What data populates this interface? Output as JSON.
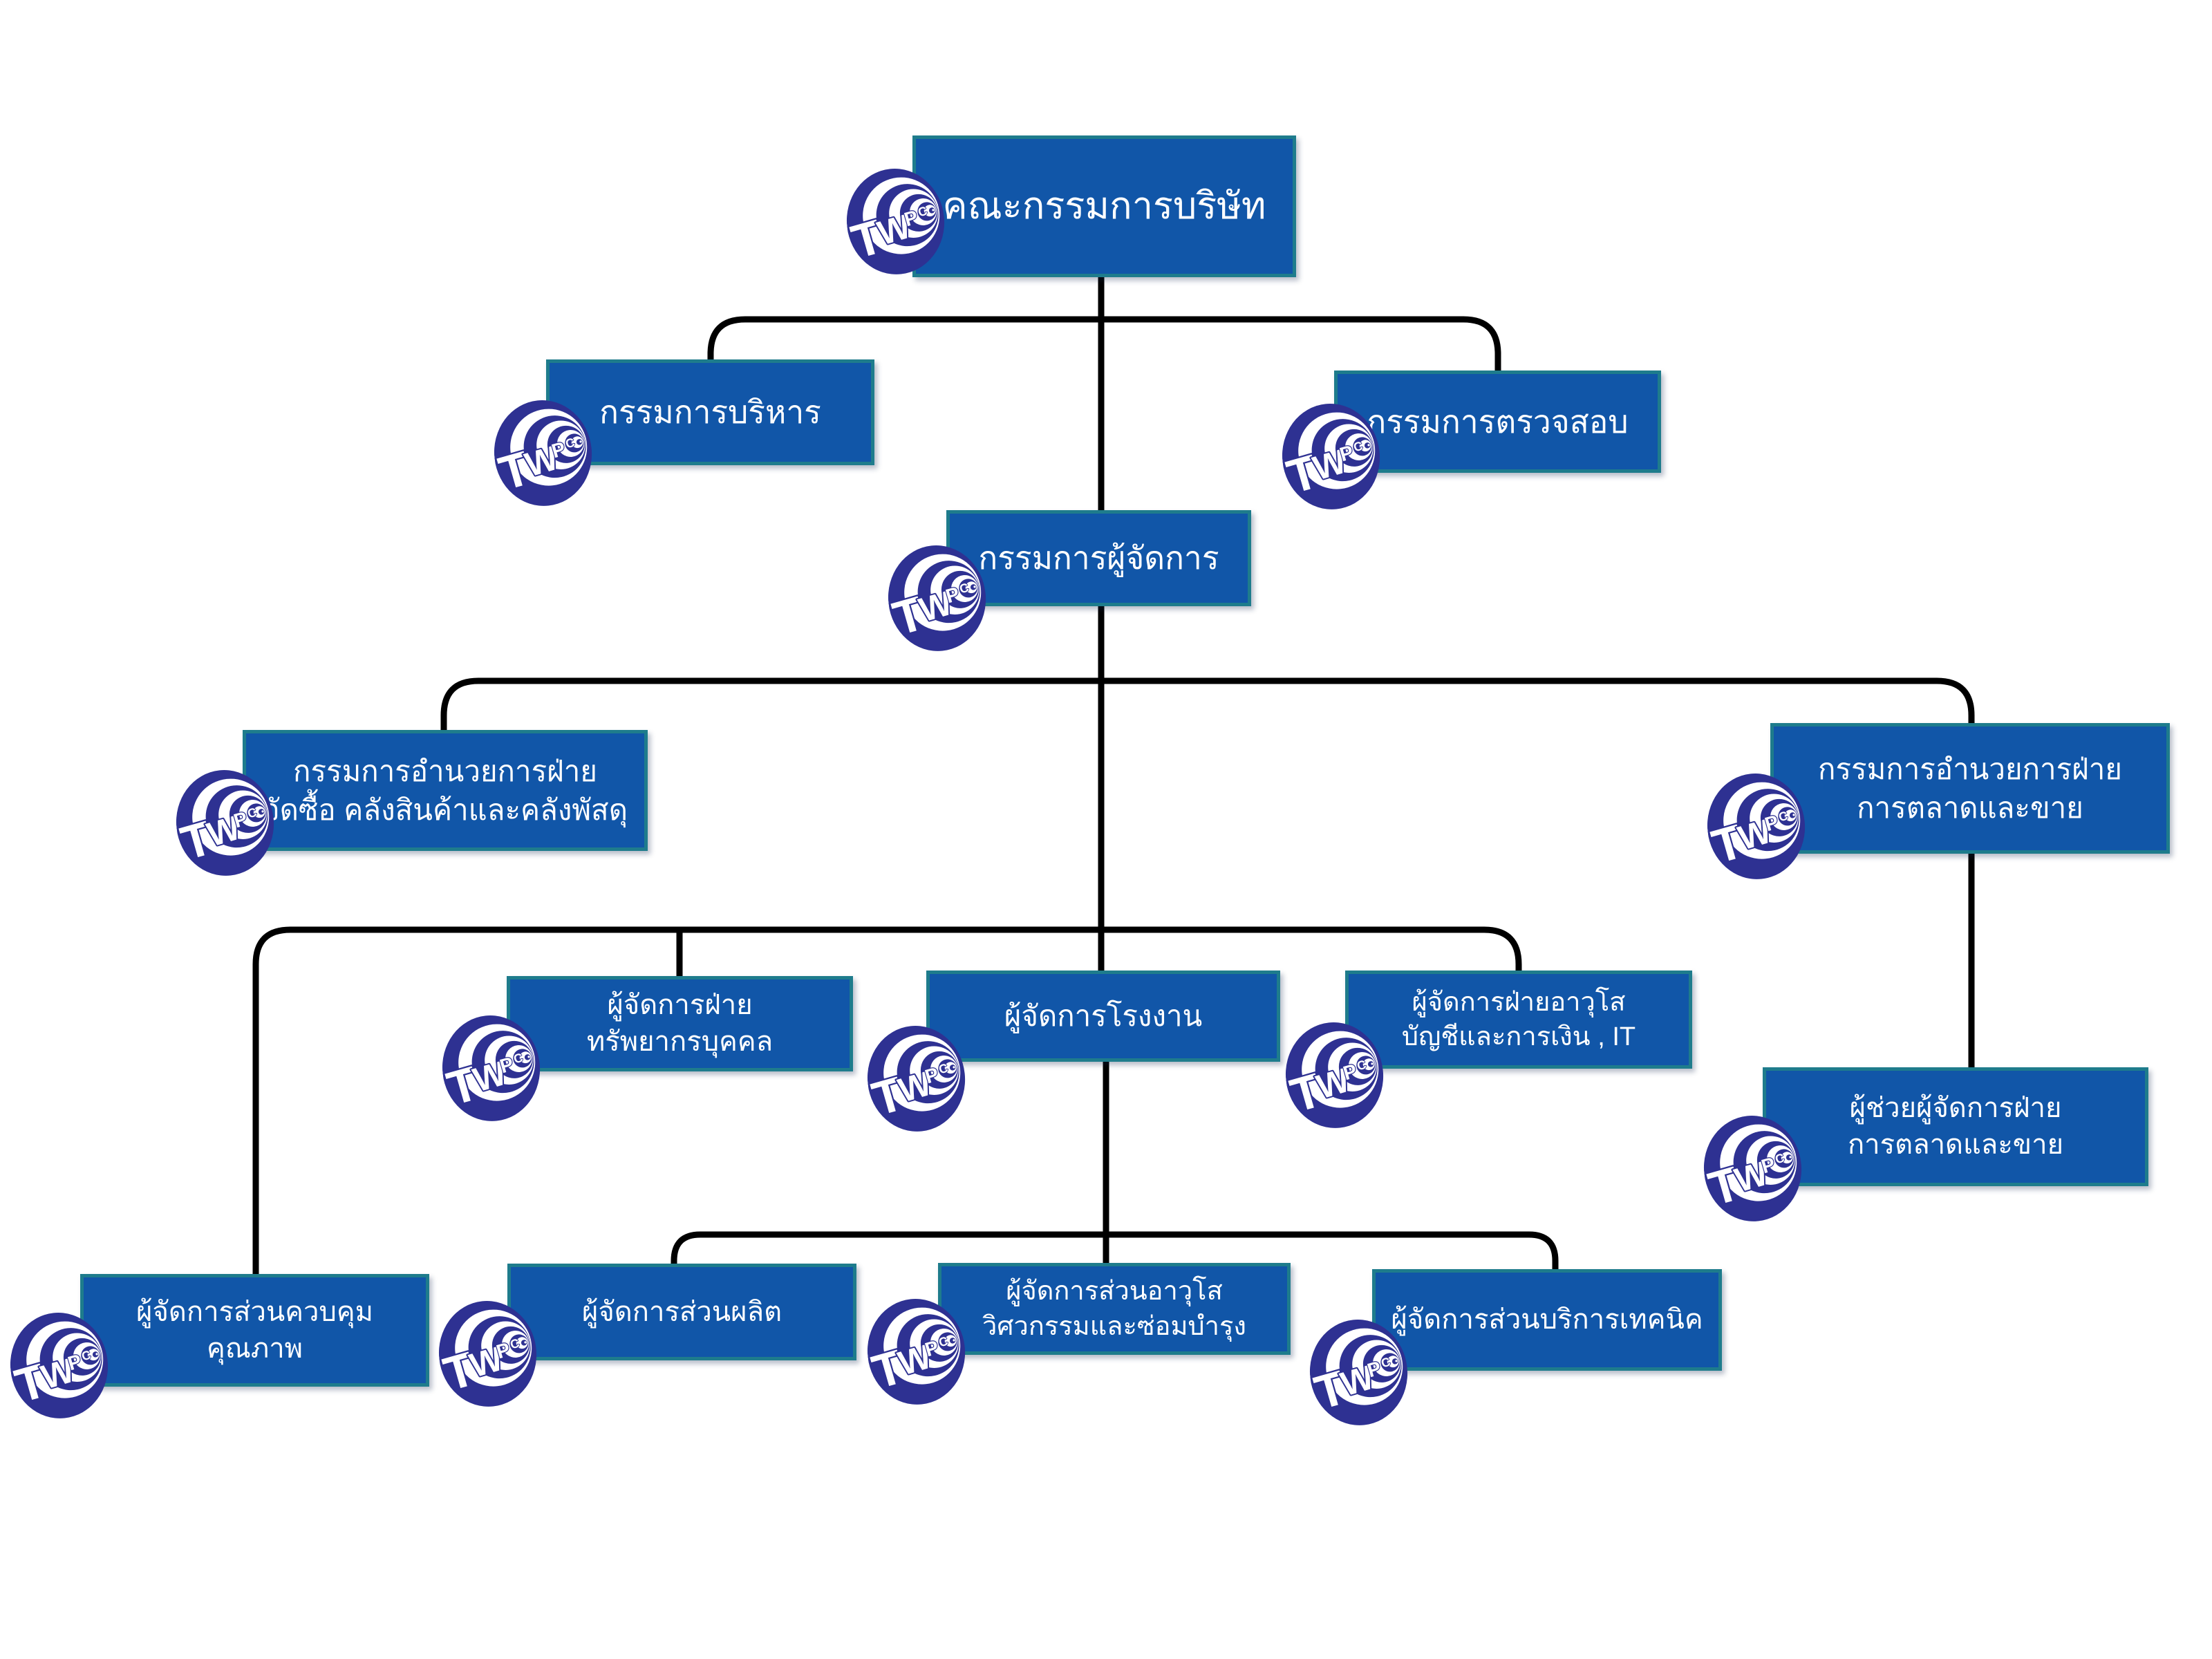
{
  "logo": {
    "name": "twpc-spiral-logo",
    "letters": [
      "T",
      "W",
      "P",
      "C"
    ],
    "color": "#2e3192"
  },
  "colors": {
    "box_fill": "#1156a8",
    "box_border": "#1e7c8c",
    "box_text": "#ffffff",
    "connector": "#000000",
    "background": "#ffffff"
  },
  "nodes": [
    {
      "id": "board-of-directors",
      "label": "คณะกรรมการบริษัท",
      "parent": null
    },
    {
      "id": "executive-committee",
      "label": "กรรมการบริหาร",
      "parent": "board-of-directors"
    },
    {
      "id": "audit-committee",
      "label": "กรรมการตรวจสอบ",
      "parent": "board-of-directors"
    },
    {
      "id": "managing-director",
      "label": "กรรมการผู้จัดการ",
      "parent": "board-of-directors"
    },
    {
      "id": "purchasing-warehouse-director",
      "label": "กรรมการอำนวยการฝ่าย\nจัดซื้อ คลังสินค้าและคลังพัสดุ",
      "parent": "managing-director"
    },
    {
      "id": "marketing-sales-director",
      "label": "กรรมการอำนวยการฝ่าย\nการตลาดและขาย",
      "parent": "managing-director"
    },
    {
      "id": "hr-department-manager",
      "label": "ผู้จัดการฝ่าย\nทรัพยากรบุคคล",
      "parent": "managing-director"
    },
    {
      "id": "factory-manager",
      "label": "ผู้จัดการโรงงาน",
      "parent": "managing-director"
    },
    {
      "id": "senior-accounting-finance-it-manager",
      "label": "ผู้จัดการฝ่ายอาวุโส\nบัญชีและการเงิน , IT",
      "parent": "managing-director"
    },
    {
      "id": "assistant-marketing-sales-manager",
      "label": "ผู้ช่วยผู้จัดการฝ่าย\nการตลาดและขาย",
      "parent": "marketing-sales-director"
    },
    {
      "id": "quality-control-section-manager",
      "label": "ผู้จัดการส่วนควบคุมคุณภาพ",
      "parent": "managing-director"
    },
    {
      "id": "production-section-manager",
      "label": "ผู้จัดการส่วนผลิต",
      "parent": "factory-manager"
    },
    {
      "id": "senior-engineering-maintenance-manager",
      "label": "ผู้จัดการส่วนอาวุโส\nวิศวกรรมและซ่อมบำรุง",
      "parent": "factory-manager"
    },
    {
      "id": "technical-service-section-manager",
      "label": "ผู้จัดการส่วนบริการเทคนิค",
      "parent": "factory-manager"
    }
  ]
}
